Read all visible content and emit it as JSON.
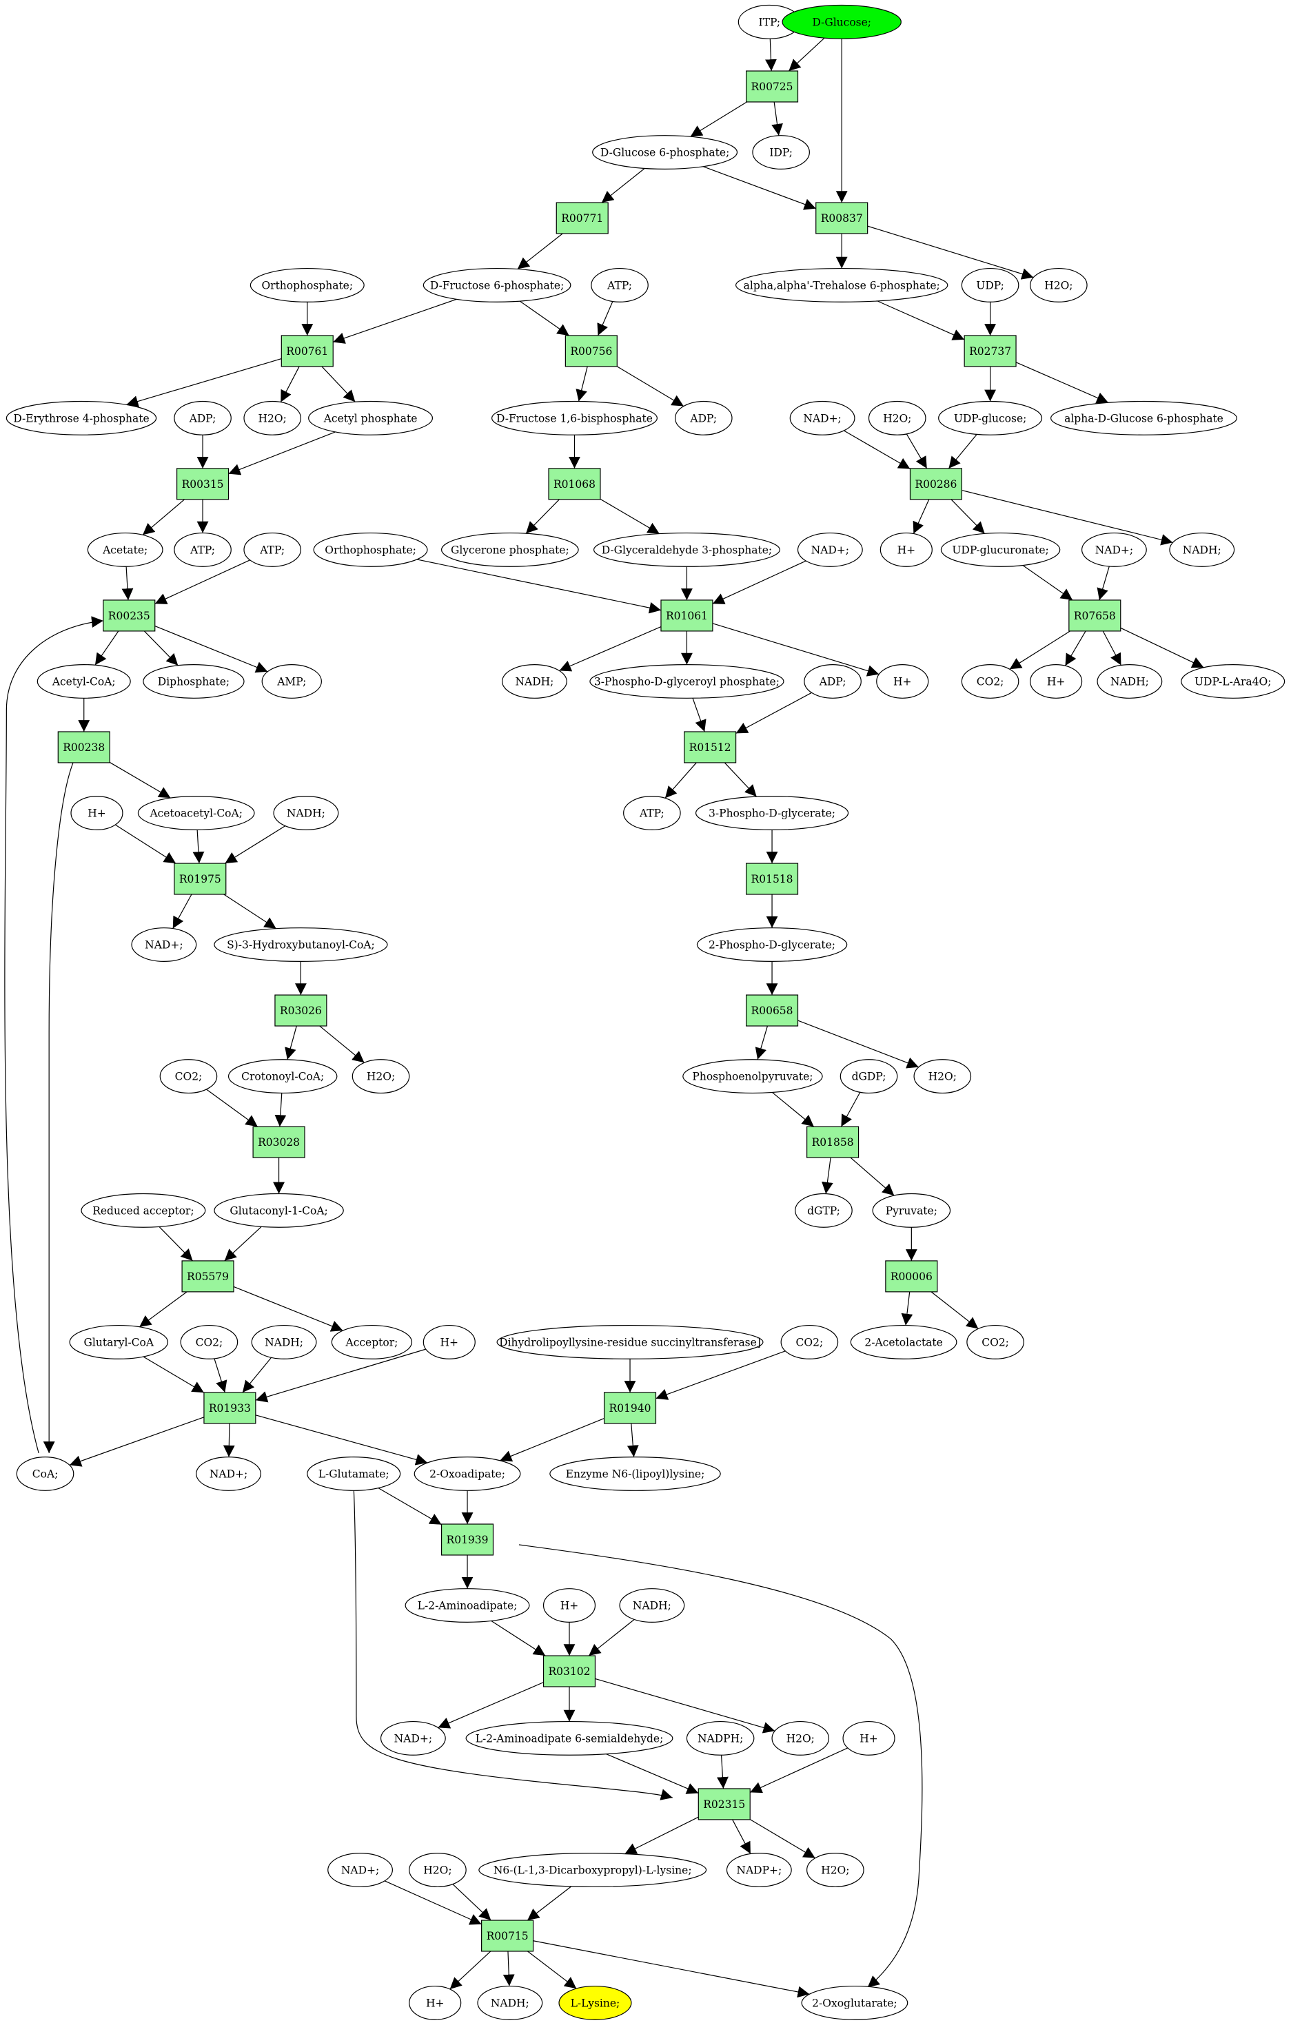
{
  "colors": {
    "reaction_fill": "#99f59c",
    "compound_fill": "#ffffff",
    "start_fill": "#00f500",
    "end_fill": "#ffff00",
    "stroke": "#000000"
  },
  "nodes": [
    {
      "id": "itp",
      "label": "ITP;",
      "kind": "compound"
    },
    {
      "id": "dglucose",
      "label": "D-Glucose;",
      "kind": "start"
    },
    {
      "id": "r00725",
      "label": "R00725",
      "kind": "reaction"
    },
    {
      "id": "g6p",
      "label": "D-Glucose 6-phosphate;",
      "kind": "compound"
    },
    {
      "id": "idp",
      "label": "IDP;",
      "kind": "compound"
    },
    {
      "id": "r00771",
      "label": "R00771",
      "kind": "reaction"
    },
    {
      "id": "r00837",
      "label": "R00837",
      "kind": "reaction"
    },
    {
      "id": "orthophos1",
      "label": "Orthophosphate;",
      "kind": "compound"
    },
    {
      "id": "f6p",
      "label": "D-Fructose 6-phosphate;",
      "kind": "compound"
    },
    {
      "id": "atp1",
      "label": "ATP;",
      "kind": "compound"
    },
    {
      "id": "treh6p",
      "label": "alpha,alpha'-Trehalose 6-phosphate;",
      "kind": "compound"
    },
    {
      "id": "udp",
      "label": "UDP;",
      "kind": "compound"
    },
    {
      "id": "h2o_r00837",
      "label": "H2O;",
      "kind": "compound"
    },
    {
      "id": "r00761",
      "label": "R00761",
      "kind": "reaction"
    },
    {
      "id": "r00756",
      "label": "R00756",
      "kind": "reaction"
    },
    {
      "id": "r02737",
      "label": "R02737",
      "kind": "reaction"
    },
    {
      "id": "e4p",
      "label": "D-Erythrose 4-phosphate",
      "kind": "compound"
    },
    {
      "id": "adp1",
      "label": "ADP;",
      "kind": "compound"
    },
    {
      "id": "h2o_r00761",
      "label": "H2O;",
      "kind": "compound"
    },
    {
      "id": "acetylp",
      "label": "Acetyl phosphate",
      "kind": "compound"
    },
    {
      "id": "fbp",
      "label": "D-Fructose 1,6-bisphosphate",
      "kind": "compound"
    },
    {
      "id": "adp2",
      "label": "ADP;",
      "kind": "compound"
    },
    {
      "id": "nad_r00286",
      "label": "NAD+;",
      "kind": "compound"
    },
    {
      "id": "h2o_r00286",
      "label": "H2O;",
      "kind": "compound"
    },
    {
      "id": "udpglc",
      "label": "UDP-glucose;",
      "kind": "compound"
    },
    {
      "id": "ag6p",
      "label": "alpha-D-Glucose 6-phosphate",
      "kind": "compound"
    },
    {
      "id": "r00315",
      "label": "R00315",
      "kind": "reaction"
    },
    {
      "id": "r01068",
      "label": "R01068",
      "kind": "reaction"
    },
    {
      "id": "r00286",
      "label": "R00286",
      "kind": "reaction"
    },
    {
      "id": "acetate",
      "label": "Acetate;",
      "kind": "compound"
    },
    {
      "id": "atp_r00315",
      "label": "ATP;",
      "kind": "compound"
    },
    {
      "id": "atp_r00235",
      "label": "ATP;",
      "kind": "compound"
    },
    {
      "id": "orthophos2",
      "label": "Orthophosphate;",
      "kind": "compound"
    },
    {
      "id": "glyp",
      "label": "Glycerone phosphate;",
      "kind": "compound"
    },
    {
      "id": "g3p",
      "label": "D-Glyceraldehyde 3-phosphate;",
      "kind": "compound"
    },
    {
      "id": "nad_r01061",
      "label": "NAD+;",
      "kind": "compound"
    },
    {
      "id": "hplus_r00286",
      "label": "H+",
      "kind": "compound"
    },
    {
      "id": "udpglcur",
      "label": "UDP-glucuronate;",
      "kind": "compound"
    },
    {
      "id": "nad_r07658",
      "label": "NAD+;",
      "kind": "compound"
    },
    {
      "id": "nadh_r00286",
      "label": "NADH;",
      "kind": "compound"
    },
    {
      "id": "r00235",
      "label": "R00235",
      "kind": "reaction"
    },
    {
      "id": "r01061",
      "label": "R01061",
      "kind": "reaction"
    },
    {
      "id": "r07658",
      "label": "R07658",
      "kind": "reaction"
    },
    {
      "id": "acetylcoa",
      "label": "Acetyl-CoA;",
      "kind": "compound"
    },
    {
      "id": "diphos",
      "label": "Diphosphate;",
      "kind": "compound"
    },
    {
      "id": "amp",
      "label": "AMP;",
      "kind": "compound"
    },
    {
      "id": "nadh_r01061",
      "label": "NADH;",
      "kind": "compound"
    },
    {
      "id": "bpg",
      "label": "3-Phospho-D-glyceroyl phosphate;",
      "kind": "compound"
    },
    {
      "id": "adp3",
      "label": "ADP;",
      "kind": "compound"
    },
    {
      "id": "hplus_r01061",
      "label": "H+",
      "kind": "compound"
    },
    {
      "id": "co2_r07658",
      "label": "CO2;",
      "kind": "compound"
    },
    {
      "id": "hplus_r07658",
      "label": "H+",
      "kind": "compound"
    },
    {
      "id": "nadh_r07658",
      "label": "NADH;",
      "kind": "compound"
    },
    {
      "id": "udpara",
      "label": "UDP-L-Ara4O;",
      "kind": "compound"
    },
    {
      "id": "r00238",
      "label": "R00238",
      "kind": "reaction"
    },
    {
      "id": "r01512",
      "label": "R01512",
      "kind": "reaction"
    },
    {
      "id": "hplus_r01975",
      "label": "H+",
      "kind": "compound"
    },
    {
      "id": "acacoa",
      "label": "Acetoacetyl-CoA;",
      "kind": "compound"
    },
    {
      "id": "nadh_r01975",
      "label": "NADH;",
      "kind": "compound"
    },
    {
      "id": "atp_r01512",
      "label": "ATP;",
      "kind": "compound"
    },
    {
      "id": "pg3",
      "label": "3-Phospho-D-glycerate;",
      "kind": "compound"
    },
    {
      "id": "r01975",
      "label": "R01975",
      "kind": "reaction"
    },
    {
      "id": "r01518",
      "label": "R01518",
      "kind": "reaction"
    },
    {
      "id": "nad_r01975",
      "label": "NAD+;",
      "kind": "compound"
    },
    {
      "id": "hbcoa",
      "label": "S)-3-Hydroxybutanoyl-CoA;",
      "kind": "compound"
    },
    {
      "id": "pg2",
      "label": "2-Phospho-D-glycerate;",
      "kind": "compound"
    },
    {
      "id": "r03026",
      "label": "R03026",
      "kind": "reaction"
    },
    {
      "id": "r00658",
      "label": "R00658",
      "kind": "reaction"
    },
    {
      "id": "co2_r03028",
      "label": "CO2;",
      "kind": "compound"
    },
    {
      "id": "crotcoa",
      "label": "Crotonoyl-CoA;",
      "kind": "compound"
    },
    {
      "id": "h2o_r03026",
      "label": "H2O;",
      "kind": "compound"
    },
    {
      "id": "pep",
      "label": "Phosphoenolpyruvate;",
      "kind": "compound"
    },
    {
      "id": "dgdp",
      "label": "dGDP;",
      "kind": "compound"
    },
    {
      "id": "h2o_r00658",
      "label": "H2O;",
      "kind": "compound"
    },
    {
      "id": "r03028",
      "label": "R03028",
      "kind": "reaction"
    },
    {
      "id": "r01858",
      "label": "R01858",
      "kind": "reaction"
    },
    {
      "id": "redacc",
      "label": "Reduced acceptor;",
      "kind": "compound"
    },
    {
      "id": "glutconcoa",
      "label": "Glutaconyl-1-CoA;",
      "kind": "compound"
    },
    {
      "id": "dgtp",
      "label": "dGTP;",
      "kind": "compound"
    },
    {
      "id": "pyruvate",
      "label": "Pyruvate;",
      "kind": "compound"
    },
    {
      "id": "r05579",
      "label": "R05579",
      "kind": "reaction"
    },
    {
      "id": "r00006",
      "label": "R00006",
      "kind": "reaction"
    },
    {
      "id": "glutcoa",
      "label": "Glutaryl-CoA",
      "kind": "compound"
    },
    {
      "id": "co2_r01933",
      "label": "CO2;",
      "kind": "compound"
    },
    {
      "id": "nadh_r01933",
      "label": "NADH;",
      "kind": "compound"
    },
    {
      "id": "acceptor",
      "label": "Acceptor;",
      "kind": "compound"
    },
    {
      "id": "hplus_r01933",
      "label": "H+",
      "kind": "compound"
    },
    {
      "id": "dlst",
      "label": "Dihydrolipoyllysine-residue succinyltransferase]",
      "kind": "compound"
    },
    {
      "id": "co2_r01940",
      "label": "CO2;",
      "kind": "compound"
    },
    {
      "id": "acetolactate",
      "label": "2-Acetolactate",
      "kind": "compound"
    },
    {
      "id": "co2_r00006",
      "label": "CO2;",
      "kind": "compound"
    },
    {
      "id": "r01933",
      "label": "R01933",
      "kind": "reaction"
    },
    {
      "id": "r01940",
      "label": "R01940",
      "kind": "reaction"
    },
    {
      "id": "coa",
      "label": "CoA;",
      "kind": "compound"
    },
    {
      "id": "nad_r01933",
      "label": "NAD+;",
      "kind": "compound"
    },
    {
      "id": "lglu",
      "label": "L-Glutamate;",
      "kind": "compound"
    },
    {
      "id": "oxoadipate",
      "label": "2-Oxoadipate;",
      "kind": "compound"
    },
    {
      "id": "lipoyllys",
      "label": "Enzyme N6-(lipoyl)lysine;",
      "kind": "compound"
    },
    {
      "id": "r01939",
      "label": "R01939",
      "kind": "reaction"
    },
    {
      "id": "aminoadipate",
      "label": "L-2-Aminoadipate;",
      "kind": "compound"
    },
    {
      "id": "hplus_r03102",
      "label": "H+",
      "kind": "compound"
    },
    {
      "id": "nadh_r03102",
      "label": "NADH;",
      "kind": "compound"
    },
    {
      "id": "r03102",
      "label": "R03102",
      "kind": "reaction"
    },
    {
      "id": "nad_r03102",
      "label": "NAD+;",
      "kind": "compound"
    },
    {
      "id": "semiald",
      "label": "L-2-Aminoadipate 6-semialdehyde;",
      "kind": "compound"
    },
    {
      "id": "nadph",
      "label": "NADPH;",
      "kind": "compound"
    },
    {
      "id": "h2o_r03102",
      "label": "H2O;",
      "kind": "compound"
    },
    {
      "id": "hplus_r02315",
      "label": "H+",
      "kind": "compound"
    },
    {
      "id": "r02315",
      "label": "R02315",
      "kind": "reaction"
    },
    {
      "id": "nad_r00715",
      "label": "NAD+;",
      "kind": "compound"
    },
    {
      "id": "h2o_r00715",
      "label": "H2O;",
      "kind": "compound"
    },
    {
      "id": "saccharopine",
      "label": "N6-(L-1,3-Dicarboxypropyl)-L-lysine;",
      "kind": "compound"
    },
    {
      "id": "nadp",
      "label": "NADP+;",
      "kind": "compound"
    },
    {
      "id": "h2o_r02315",
      "label": "H2O;",
      "kind": "compound"
    },
    {
      "id": "r00715",
      "label": "R00715",
      "kind": "reaction"
    },
    {
      "id": "hplus_r00715",
      "label": "H+",
      "kind": "compound"
    },
    {
      "id": "nadh_r00715",
      "label": "NADH;",
      "kind": "compound"
    },
    {
      "id": "llysine",
      "label": "L-Lysine;",
      "kind": "end"
    },
    {
      "id": "oxoglutarate",
      "label": "2-Oxoglutarate;",
      "kind": "compound"
    }
  ],
  "edges": [
    [
      "itp",
      "r00725"
    ],
    [
      "dglucose",
      "r00725"
    ],
    [
      "dglucose",
      "r00837"
    ],
    [
      "r00725",
      "g6p"
    ],
    [
      "r00725",
      "idp"
    ],
    [
      "g6p",
      "r00771"
    ],
    [
      "g6p",
      "r00837"
    ],
    [
      "r00771",
      "f6p"
    ],
    [
      "r00837",
      "treh6p"
    ],
    [
      "r00837",
      "h2o_r00837"
    ],
    [
      "orthophos1",
      "r00761"
    ],
    [
      "f6p",
      "r00761"
    ],
    [
      "f6p",
      "r00756"
    ],
    [
      "atp1",
      "r00756"
    ],
    [
      "treh6p",
      "r02737"
    ],
    [
      "udp",
      "r02737"
    ],
    [
      "r00761",
      "e4p"
    ],
    [
      "r00761",
      "h2o_r00761"
    ],
    [
      "r00761",
      "acetylp"
    ],
    [
      "r00756",
      "fbp"
    ],
    [
      "r00756",
      "adp2"
    ],
    [
      "r02737",
      "udpglc"
    ],
    [
      "r02737",
      "ag6p"
    ],
    [
      "adp1",
      "r00315"
    ],
    [
      "acetylp",
      "r00315"
    ],
    [
      "fbp",
      "r01068"
    ],
    [
      "nad_r00286",
      "r00286"
    ],
    [
      "h2o_r00286",
      "r00286"
    ],
    [
      "udpglc",
      "r00286"
    ],
    [
      "r00315",
      "acetate"
    ],
    [
      "r00315",
      "atp_r00315"
    ],
    [
      "r01068",
      "glyp"
    ],
    [
      "r01068",
      "g3p"
    ],
    [
      "r00286",
      "hplus_r00286"
    ],
    [
      "r00286",
      "udpglcur"
    ],
    [
      "r00286",
      "nadh_r00286"
    ],
    [
      "acetate",
      "r00235"
    ],
    [
      "atp_r00235",
      "r00235"
    ],
    [
      "coa",
      "r00235"
    ],
    [
      "orthophos2",
      "r01061"
    ],
    [
      "g3p",
      "r01061"
    ],
    [
      "nad_r01061",
      "r01061"
    ],
    [
      "udpglcur",
      "r07658"
    ],
    [
      "nad_r07658",
      "r07658"
    ],
    [
      "r00235",
      "acetylcoa"
    ],
    [
      "r00235",
      "diphos"
    ],
    [
      "r00235",
      "amp"
    ],
    [
      "r01061",
      "nadh_r01061"
    ],
    [
      "r01061",
      "bpg"
    ],
    [
      "r01061",
      "hplus_r01061"
    ],
    [
      "r07658",
      "co2_r07658"
    ],
    [
      "r07658",
      "hplus_r07658"
    ],
    [
      "r07658",
      "nadh_r07658"
    ],
    [
      "r07658",
      "udpara"
    ],
    [
      "acetylcoa",
      "r00238"
    ],
    [
      "bpg",
      "r01512"
    ],
    [
      "adp3",
      "r01512"
    ],
    [
      "r00238",
      "acacoa"
    ],
    [
      "r00238",
      "coa"
    ],
    [
      "r01512",
      "atp_r01512"
    ],
    [
      "r01512",
      "pg3"
    ],
    [
      "hplus_r01975",
      "r01975"
    ],
    [
      "acacoa",
      "r01975"
    ],
    [
      "nadh_r01975",
      "r01975"
    ],
    [
      "pg3",
      "r01518"
    ],
    [
      "r01975",
      "nad_r01975"
    ],
    [
      "r01975",
      "hbcoa"
    ],
    [
      "r01518",
      "pg2"
    ],
    [
      "hbcoa",
      "r03026"
    ],
    [
      "pg2",
      "r00658"
    ],
    [
      "r03026",
      "crotcoa"
    ],
    [
      "r03026",
      "h2o_r03026"
    ],
    [
      "r00658",
      "pep"
    ],
    [
      "r00658",
      "h2o_r00658"
    ],
    [
      "co2_r03028",
      "r03028"
    ],
    [
      "crotcoa",
      "r03028"
    ],
    [
      "pep",
      "r01858"
    ],
    [
      "dgdp",
      "r01858"
    ],
    [
      "r03028",
      "glutconcoa"
    ],
    [
      "r01858",
      "dgtp"
    ],
    [
      "r01858",
      "pyruvate"
    ],
    [
      "redacc",
      "r05579"
    ],
    [
      "glutconcoa",
      "r05579"
    ],
    [
      "pyruvate",
      "r00006"
    ],
    [
      "r05579",
      "glutcoa"
    ],
    [
      "r05579",
      "acceptor"
    ],
    [
      "r00006",
      "acetolactate"
    ],
    [
      "r00006",
      "co2_r00006"
    ],
    [
      "glutcoa",
      "r01933"
    ],
    [
      "co2_r01933",
      "r01933"
    ],
    [
      "nadh_r01933",
      "r01933"
    ],
    [
      "hplus_r01933",
      "r01933"
    ],
    [
      "dlst",
      "r01940"
    ],
    [
      "co2_r01940",
      "r01940"
    ],
    [
      "r01933",
      "coa"
    ],
    [
      "r01933",
      "nad_r01933"
    ],
    [
      "r01933",
      "oxoadipate"
    ],
    [
      "r01940",
      "oxoadipate"
    ],
    [
      "r01940",
      "lipoyllys"
    ],
    [
      "lglu",
      "r01939"
    ],
    [
      "oxoadipate",
      "r01939"
    ],
    [
      "lglu",
      "r02315"
    ],
    [
      "r01939",
      "aminoadipate"
    ],
    [
      "r01939",
      "oxoglutarate"
    ],
    [
      "aminoadipate",
      "r03102"
    ],
    [
      "hplus_r03102",
      "r03102"
    ],
    [
      "nadh_r03102",
      "r03102"
    ],
    [
      "r03102",
      "nad_r03102"
    ],
    [
      "r03102",
      "semiald"
    ],
    [
      "r03102",
      "h2o_r03102"
    ],
    [
      "semiald",
      "r02315"
    ],
    [
      "nadph",
      "r02315"
    ],
    [
      "hplus_r02315",
      "r02315"
    ],
    [
      "r02315",
      "saccharopine"
    ],
    [
      "r02315",
      "nadp"
    ],
    [
      "r02315",
      "h2o_r02315"
    ],
    [
      "nad_r00715",
      "r00715"
    ],
    [
      "h2o_r00715",
      "r00715"
    ],
    [
      "saccharopine",
      "r00715"
    ],
    [
      "r00715",
      "hplus_r00715"
    ],
    [
      "r00715",
      "nadh_r00715"
    ],
    [
      "r00715",
      "llysine"
    ],
    [
      "r00715",
      "oxoglutarate"
    ]
  ]
}
